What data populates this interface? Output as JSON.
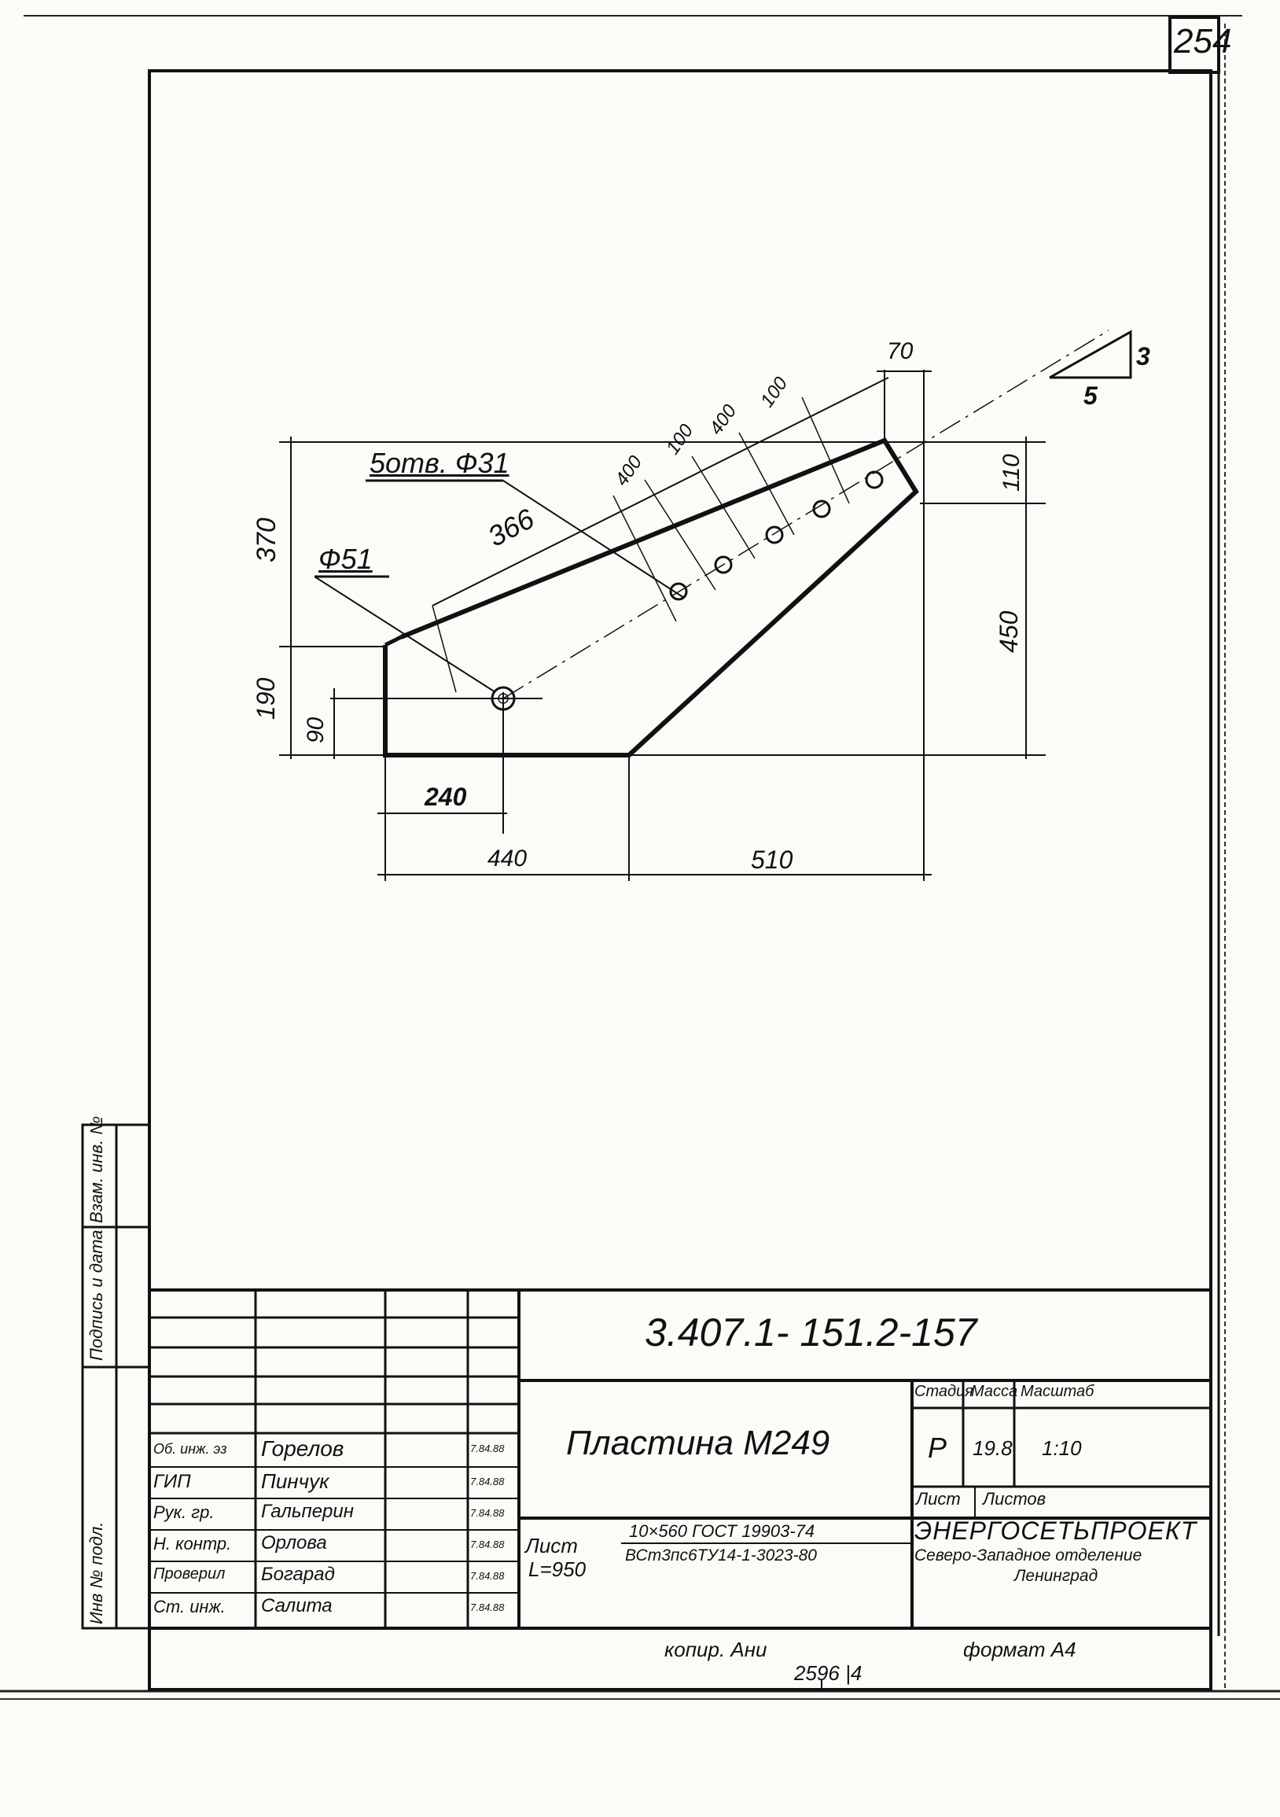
{
  "sheet": {
    "page_number": "254",
    "bottom_stamp": "2596 |4",
    "copied_by": "копир.  Ани",
    "format": "формат А4"
  },
  "side_stamp": {
    "cells": [
      "Взам. инв. №",
      "Подпись и дата",
      "Инв № подл."
    ]
  },
  "drawing": {
    "dimensions": {
      "holes_note": "5отв. Ф31",
      "big_hole": "Ф51",
      "diag_length": "366",
      "spacing_1": "400",
      "spacing_2": "100",
      "spacing_3": "400",
      "spacing_4": "100",
      "top_offset": "70",
      "right_top": "110",
      "right_height": "450",
      "left_height": "370",
      "left_low": "190",
      "hole_height": "90",
      "hole_x": "240",
      "bottom_left": "440",
      "bottom_right": "510",
      "slope_rise": "3",
      "slope_run": "5"
    }
  },
  "title_block": {
    "designation": "3.407.1- 151.2-157",
    "part_name": "Пластина  М249",
    "stage_label": "Стадия",
    "mass_label": "Масса",
    "scale_label": "Масштаб",
    "stage_value": "Р",
    "mass_value": "19.8",
    "scale_value": "1:10",
    "sheet_label": "Лист",
    "sheets_label": "Листов",
    "material_top": "10×560 ГОСТ 19903-74",
    "material_bottom": "ВСт3пс6ТУ14-1-3023-80",
    "blank_label": "Лист",
    "blank_length": "L=950",
    "org_name": "ЭНЕРГОСЕТЬПРОЕКТ",
    "org_branch": "Северо-Западное отделение",
    "org_city": "Ленинград",
    "signatures": [
      {
        "role": "Об. инж. эз",
        "name": "Горелов",
        "date": "7.84.88"
      },
      {
        "role": "ГИП",
        "name": "Пинчук",
        "date": "7.84.88"
      },
      {
        "role": "Рук. гр.",
        "name": "Гальперин",
        "date": "7.84.88"
      },
      {
        "role": "Н. контр.",
        "name": "Орлова",
        "date": "7.84.88"
      },
      {
        "role": "Проверил",
        "name": "Богарад",
        "date": "7.84.88"
      },
      {
        "role": "Ст. инж.",
        "name": "Салита",
        "date": "7.84.88"
      }
    ]
  }
}
